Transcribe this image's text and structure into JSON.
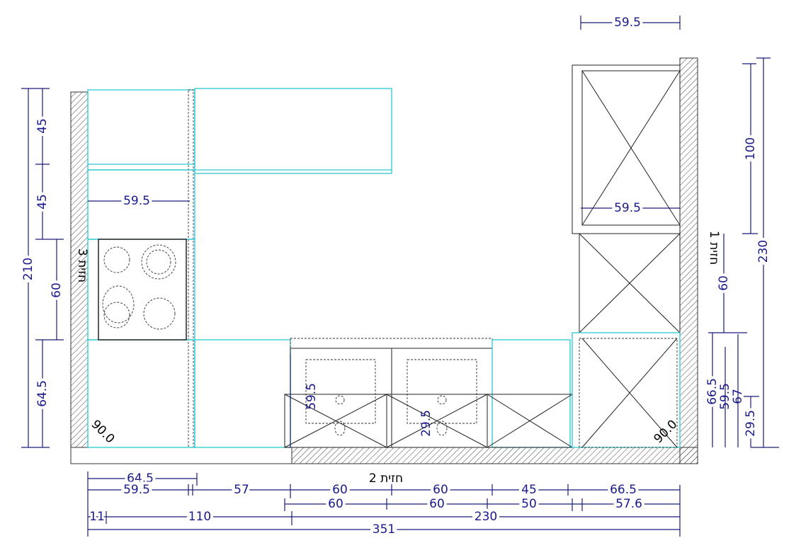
{
  "labels": {
    "wall1": "חזית 1",
    "wall2": "חזית 2",
    "wall3": "חזית 3",
    "corner_left": "90.0",
    "corner_right": "90.0"
  },
  "dimensions": {
    "top": "59.5",
    "tall_inner": "59.5",
    "left_total": "210",
    "left_a": "45",
    "left_b": "45",
    "left_cooktop": "60",
    "left_base": "64.5",
    "left_inner": "59.5",
    "right_total": "230",
    "right_upper": "100",
    "right_mid": "60",
    "right_a": "66.5",
    "right_b": "59.5",
    "right_c": "67",
    "right_d": "29.5",
    "sink_depth": "59.5",
    "sink_inner": "29.5",
    "bottom_row0": [
      "64.5"
    ],
    "bottom_row1": [
      "59.5",
      "57",
      "60",
      "60",
      "45",
      "66.5"
    ],
    "bottom_row2": [
      "60",
      "60",
      "50",
      "57.6"
    ],
    "bottom_row3": [
      "11",
      "110",
      "230"
    ],
    "bottom_total": "351"
  }
}
